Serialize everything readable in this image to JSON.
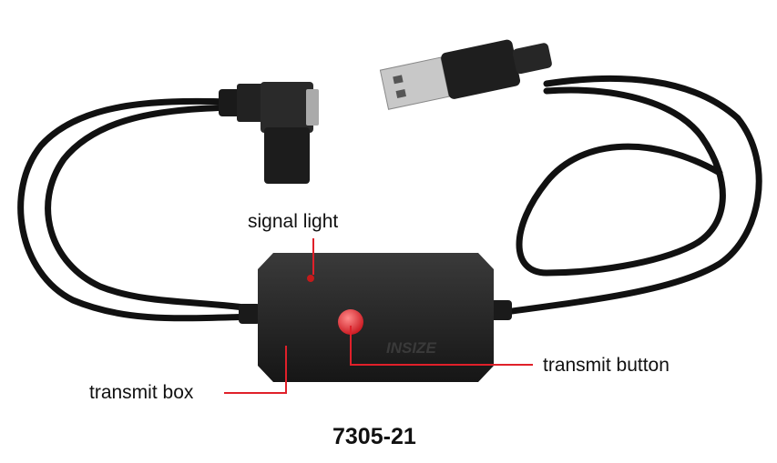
{
  "labels": {
    "signal_light": "signal light",
    "transmit_button": "transmit button",
    "transmit_box": "transmit box"
  },
  "model_number": "7305-21",
  "logo_text": "INSIZE",
  "colors": {
    "callout_line": "#e0202a",
    "device": "#1e1e1e",
    "button": "#e8343a"
  }
}
